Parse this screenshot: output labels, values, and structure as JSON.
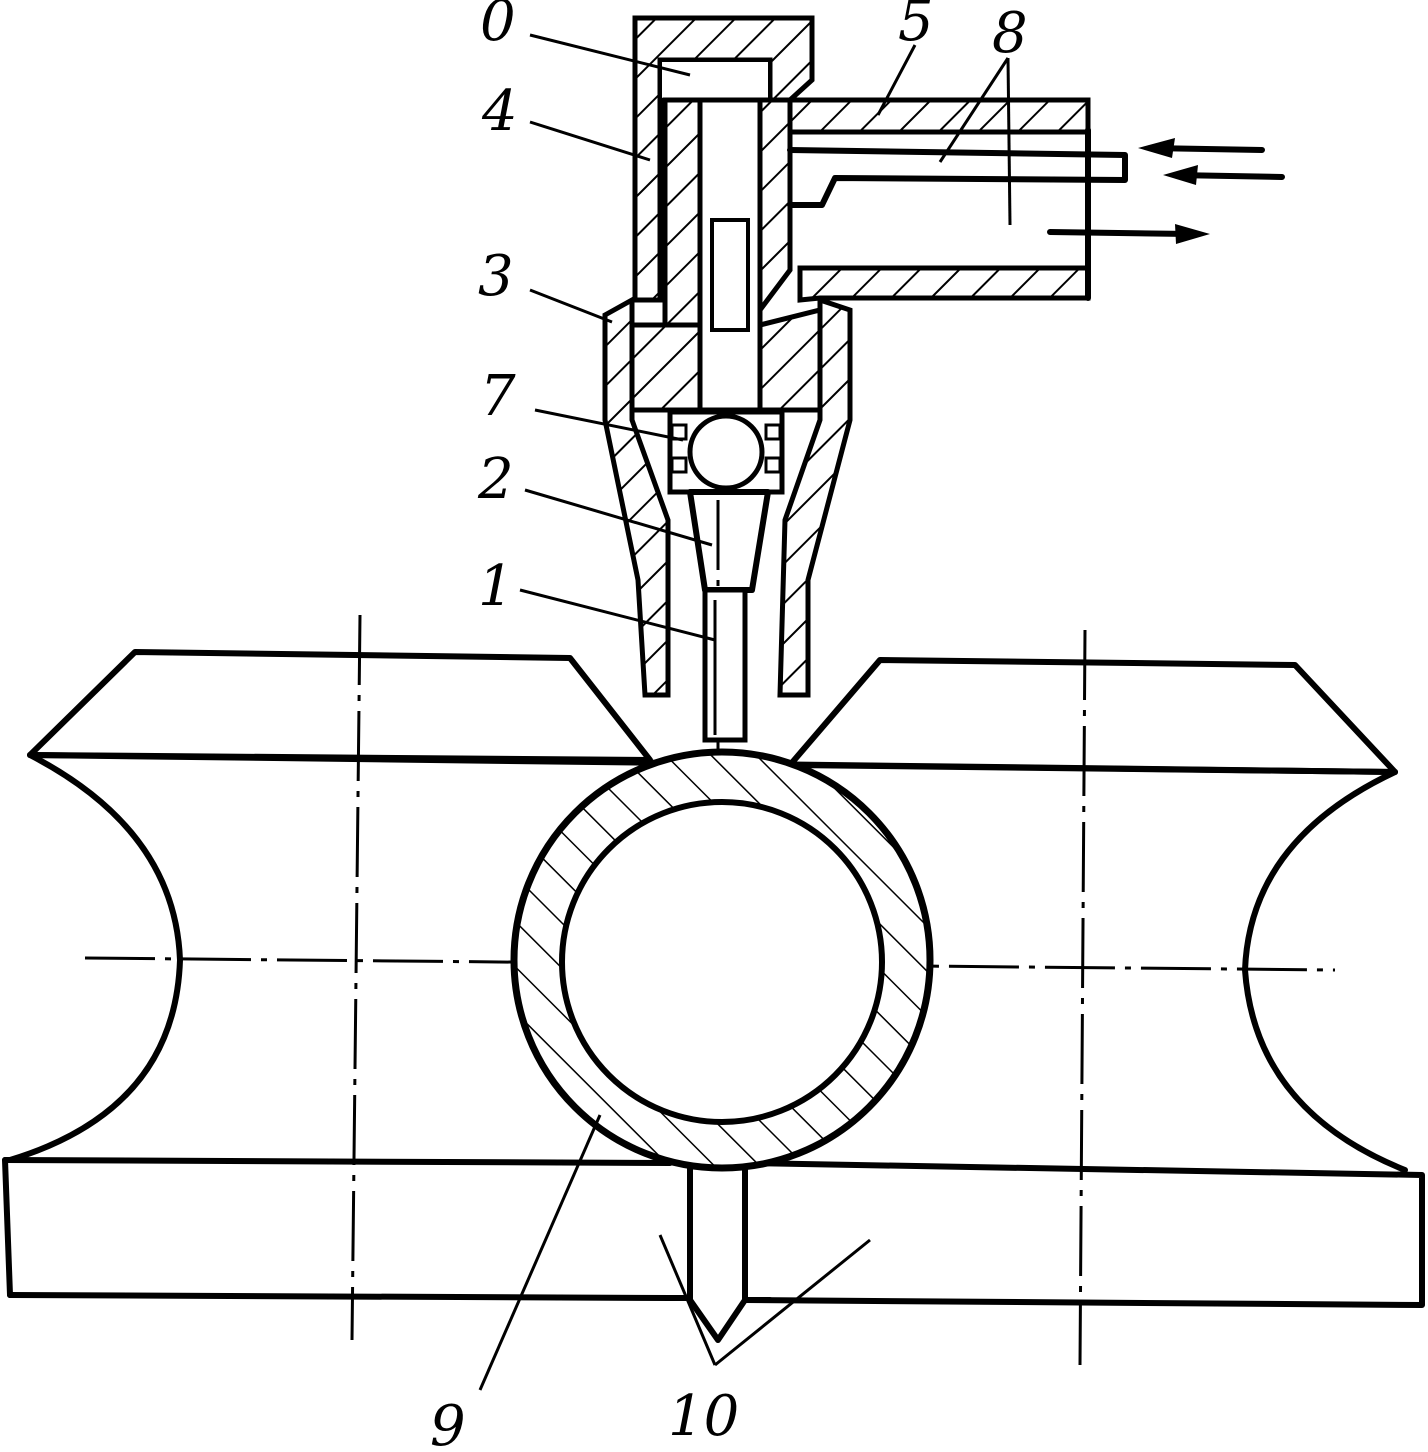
{
  "labels": {
    "l0": "0",
    "l4": "4",
    "l3": "3",
    "l7": "7",
    "l2": "2",
    "l1": "1",
    "l5": "5",
    "l8": "8",
    "l9": "9",
    "l10": "10"
  }
}
